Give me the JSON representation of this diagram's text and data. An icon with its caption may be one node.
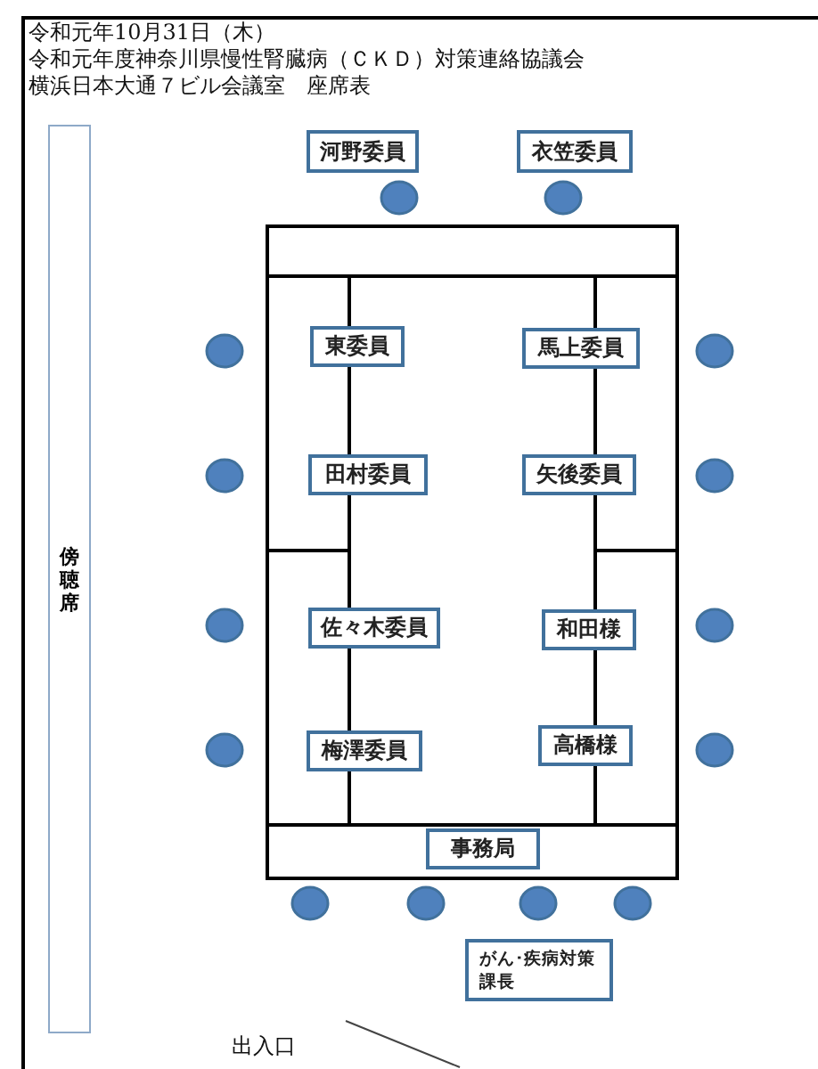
{
  "diagram": {
    "title": "令和元年度神奈川県慢性腎臓病（ＣＫＤ）対策連絡協議会",
    "nodes": [
      {
        "text": [
          "傍聴席"
        ]
      },
      {
        "text": [
          "河野委員"
        ]
      },
      {
        "text": [
          "衣笠委員"
        ]
      },
      {
        "text": [],
        "shape": "circle"
      },
      {
        "text": [],
        "shape": "circle"
      },
      {
        "text": [
          "東委員"
        ]
      },
      {
        "text": [
          "馬上委員"
        ]
      },
      {
        "text": [],
        "shape": "circle"
      },
      {
        "text": [],
        "shape": "circle"
      },
      {
        "text": [
          "田村委員"
        ]
      },
      {
        "text": [
          "矢後委員"
        ]
      },
      {
        "text": [],
        "shape": "circle"
      },
      {
        "text": [],
        "shape": "circle"
      },
      {
        "text": [
          "佐々木委員"
        ]
      },
      {
        "text": [
          "和田様"
        ]
      },
      {
        "text": [],
        "shape": "circle"
      },
      {
        "text": [],
        "shape": "circle"
      },
      {
        "text": [
          "梅澤委員"
        ]
      },
      {
        "text": [
          "高橋様"
        ]
      },
      {
        "text": [],
        "shape": "circle"
      },
      {
        "text": [],
        "shape": "circle"
      },
      {
        "text": [
          "事務局"
        ]
      },
      {
        "text": [],
        "shape": "circle"
      },
      {
        "text": [],
        "shape": "circle"
      },
      {
        "text": [],
        "shape": "circle"
      },
      {
        "text": [],
        "shape": "circle"
      },
      {
        "text": [
          "がん･疾病対策課長"
        ]
      }
    ],
    "labels": [
      "令和元年10月31日（木）",
      "横浜日本大通７ビル会議室　座席表",
      "出入口"
    ]
  }
}
